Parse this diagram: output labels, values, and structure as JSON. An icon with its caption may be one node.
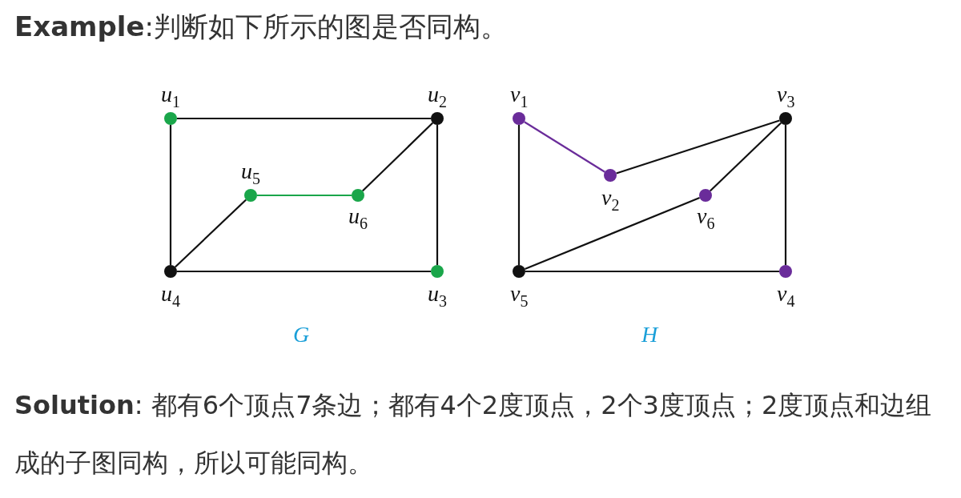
{
  "diagram": {
    "title": "**Example**:判断如下所示的图是否同构。",
    "nodes": [
      {
        "text": [
          "*u*$_{1}$"
        ]
      },
      {
        "text": [
          "*u*$_{2}$"
        ]
      },
      {
        "text": [
          "*u*$_{5}$"
        ]
      },
      {
        "text": [
          "*u*$_{6}$"
        ]
      },
      {
        "text": [
          "*u*$_{4}$"
        ]
      },
      {
        "text": [
          "*u*$_{3}$"
        ]
      },
      {
        "text": [
          "*v*$_{1}$"
        ]
      },
      {
        "text": [
          "*v*$_{3}$"
        ]
      },
      {
        "text": [
          "*v*$_{2}$"
        ]
      },
      {
        "text": [
          "*v*$_{6}$"
        ]
      },
      {
        "text": [
          "*v*$_{5}$"
        ]
      },
      {
        "text": [
          "*v*$_{4}$"
        ]
      }
    ],
    "edges": [
      {
        "from": 0,
        "to": 1,
        "arrow": "none"
      },
      {
        "from": 0,
        "to": 4,
        "arrow": "none"
      },
      {
        "from": 1,
        "to": 3,
        "arrow": "none"
      },
      {
        "from": 2,
        "to": 3,
        "arrow": "none",
        "color": "#1aa64a"
      },
      {
        "from": 2,
        "to": 4,
        "arrow": "none"
      },
      {
        "from": 4,
        "to": 5,
        "arrow": "none"
      },
      {
        "from": 1,
        "to": 5,
        "arrow": "none"
      },
      {
        "from": 6,
        "to": 8,
        "arrow": "none",
        "color": "#6a2c9a"
      },
      {
        "from": 8,
        "to": 7,
        "arrow": "none"
      },
      {
        "from": 6,
        "to": 10,
        "arrow": "none"
      },
      {
        "from": 7,
        "to": 9,
        "arrow": "none"
      },
      {
        "from": 9,
        "to": 10,
        "arrow": "none"
      },
      {
        "from": 10,
        "to": 11,
        "arrow": "none"
      },
      {
        "from": 7,
        "to": 11,
        "arrow": "none"
      }
    ],
    "labels": [
      "G",
      "H",
      "**Solution**: 都有6个顶点7条边；都有4个2度顶点，2个3度顶点；2度顶点和边组成的子图同构，所以可能同构。"
    ]
  }
}
